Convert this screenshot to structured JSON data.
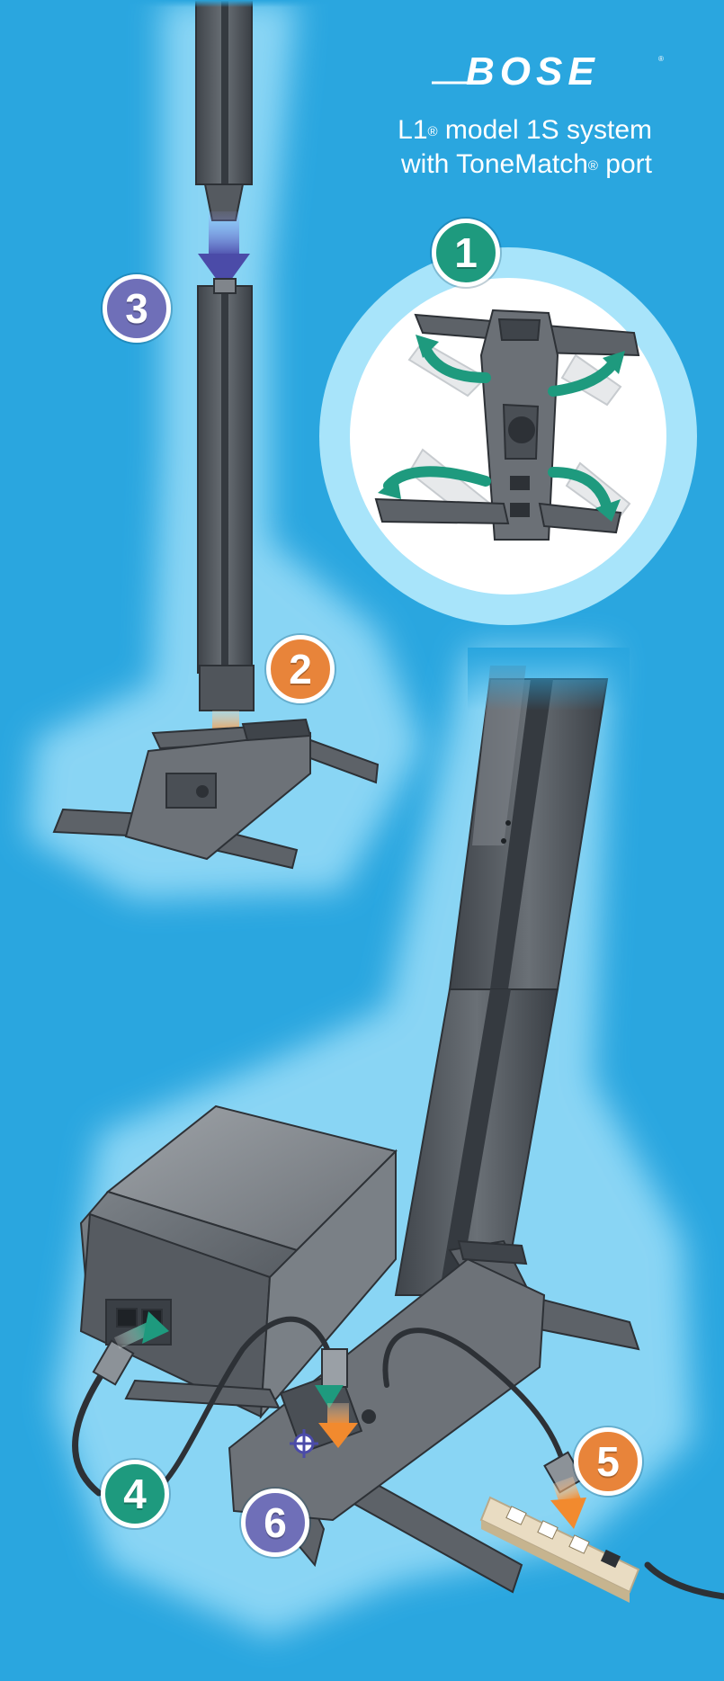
{
  "brand": {
    "wordmark": "BOSE"
  },
  "title": {
    "line1_prefix": "L1",
    "line1_mark": "®",
    "line1_suffix": " model 1S system",
    "line2_prefix": "with ToneMatch",
    "line2_mark": "®",
    "line2_suffix": " port"
  },
  "steps": [
    {
      "number": "1",
      "color": "#1e9a7e"
    },
    {
      "number": "2",
      "color": "#e8843a"
    },
    {
      "number": "3",
      "color": "#6f6fb8"
    },
    {
      "number": "4",
      "color": "#1e9a7e"
    },
    {
      "number": "5",
      "color": "#e8843a"
    },
    {
      "number": "6",
      "color": "#6f6fb8"
    }
  ],
  "colors": {
    "background": "#2aa6df",
    "glow": "#8fd8f6",
    "device_dark": "#4a4f55",
    "device_mid": "#6d7278",
    "device_light": "#9aa0a6",
    "arrow_teal": "#1e9a7e",
    "arrow_orange": "#f28a2e",
    "arrow_purple": "#4b4ba8",
    "outlet_strip": "#e9dcc2"
  }
}
